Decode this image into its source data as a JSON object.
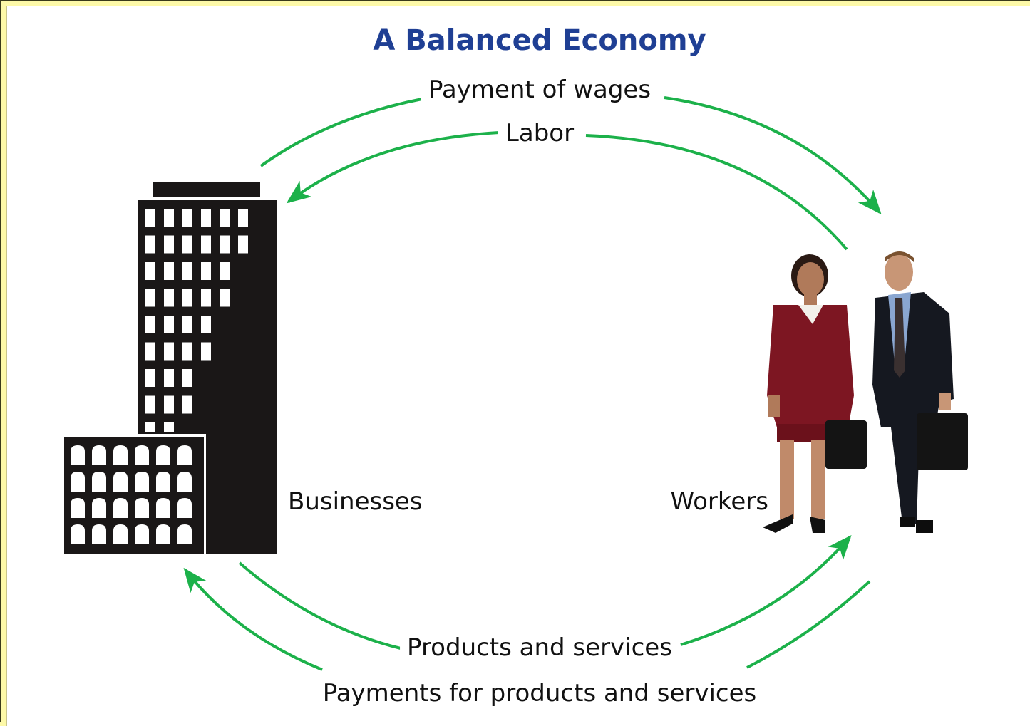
{
  "title": "A Balanced Economy",
  "flows": {
    "wages": "Payment of wages",
    "labor": "Labor",
    "products": "Products and services",
    "payments": "Payments for products and services"
  },
  "nodes": {
    "businesses": "Businesses",
    "workers": "Workers"
  },
  "colors": {
    "arrow": "#1cb14a",
    "title": "#1f3f94",
    "page_border": "#fdf9a8",
    "building": "#1a1717"
  },
  "icons": [
    "office-building-icon",
    "workers-photo"
  ]
}
